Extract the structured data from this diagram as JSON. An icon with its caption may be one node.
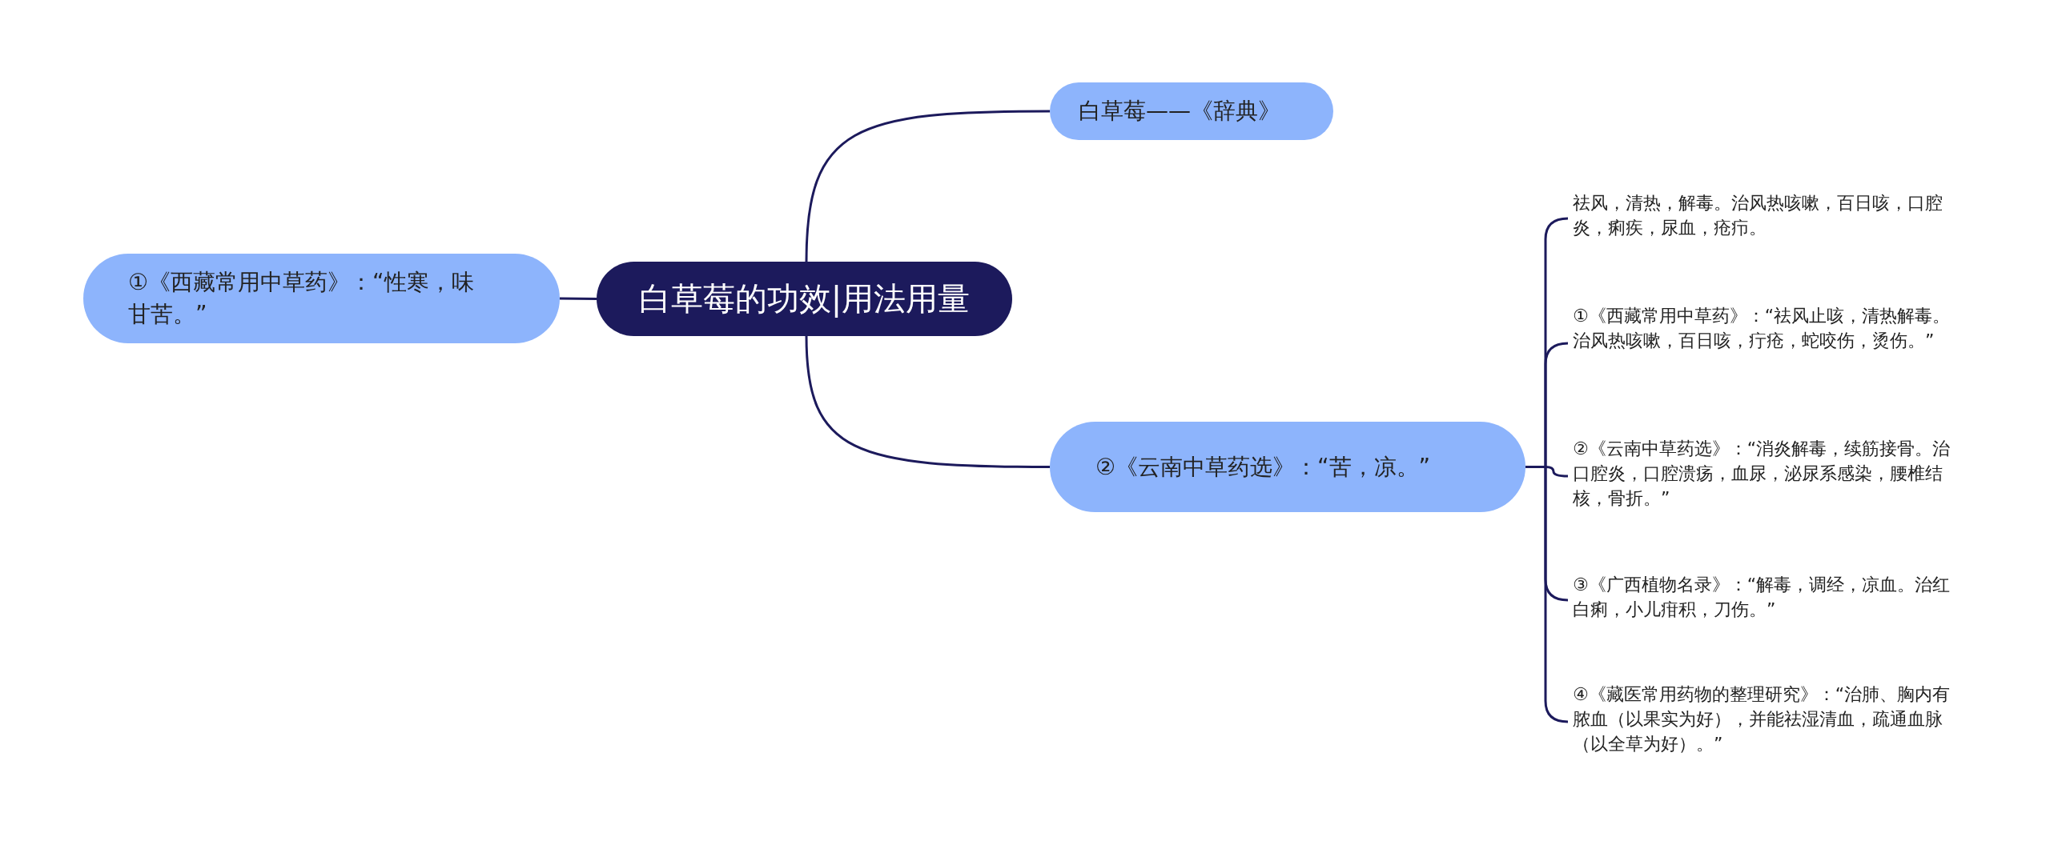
{
  "diagram": {
    "nodes": [
      {
        "text": [
          "白草莓的功效|用法用量"
        ]
      },
      {
        "text": [
          "白草莓——《辞典》"
        ]
      },
      {
        "text": [
          "①《西藏常用中草药》：“性寒，味甘苦。”"
        ]
      },
      {
        "text": [
          "②《云南中草药选》：“苦，凉。”"
        ]
      },
      {
        "text": [
          "祛风，清热，解毒。治风热咳嗽，百日咳，口腔炎，痢疾，尿血，疮疖。"
        ]
      },
      {
        "text": [
          "①《西藏常用中草药》：“祛风止咳，清热解毒。治风热咳嗽，百日咳，疔疮，蛇咬伤，烫伤。”"
        ]
      },
      {
        "text": [
          "②《云南中草药选》：“消炎解毒，续筋接骨。治口腔炎，口腔溃疡，血尿，泌尿系感染，腰椎结核，骨折。”"
        ]
      },
      {
        "text": [
          "③《广西植物名录》：“解毒，调经，凉血。治红白痢，小儿疳积，刀伤。”"
        ]
      },
      {
        "text": [
          "④《藏医常用药物的整理研究》：“治肺、胸内有脓血（以果实为好），并能祛湿清血，疏通血脉（以全草为好）。”"
        ]
      }
    ],
    "edges": [
      {
        "from": 0,
        "to": 1,
        "arrow": "none"
      },
      {
        "from": 0,
        "to": 2,
        "arrow": "none"
      },
      {
        "from": 0,
        "to": 3,
        "arrow": "none"
      },
      {
        "from": 3,
        "to": 4,
        "arrow": "none"
      },
      {
        "from": 3,
        "to": 5,
        "arrow": "none"
      },
      {
        "from": 3,
        "to": 6,
        "arrow": "none"
      },
      {
        "from": 3,
        "to": 7,
        "arrow": "none"
      },
      {
        "from": 3,
        "to": 8,
        "arrow": "none"
      }
    ]
  }
}
